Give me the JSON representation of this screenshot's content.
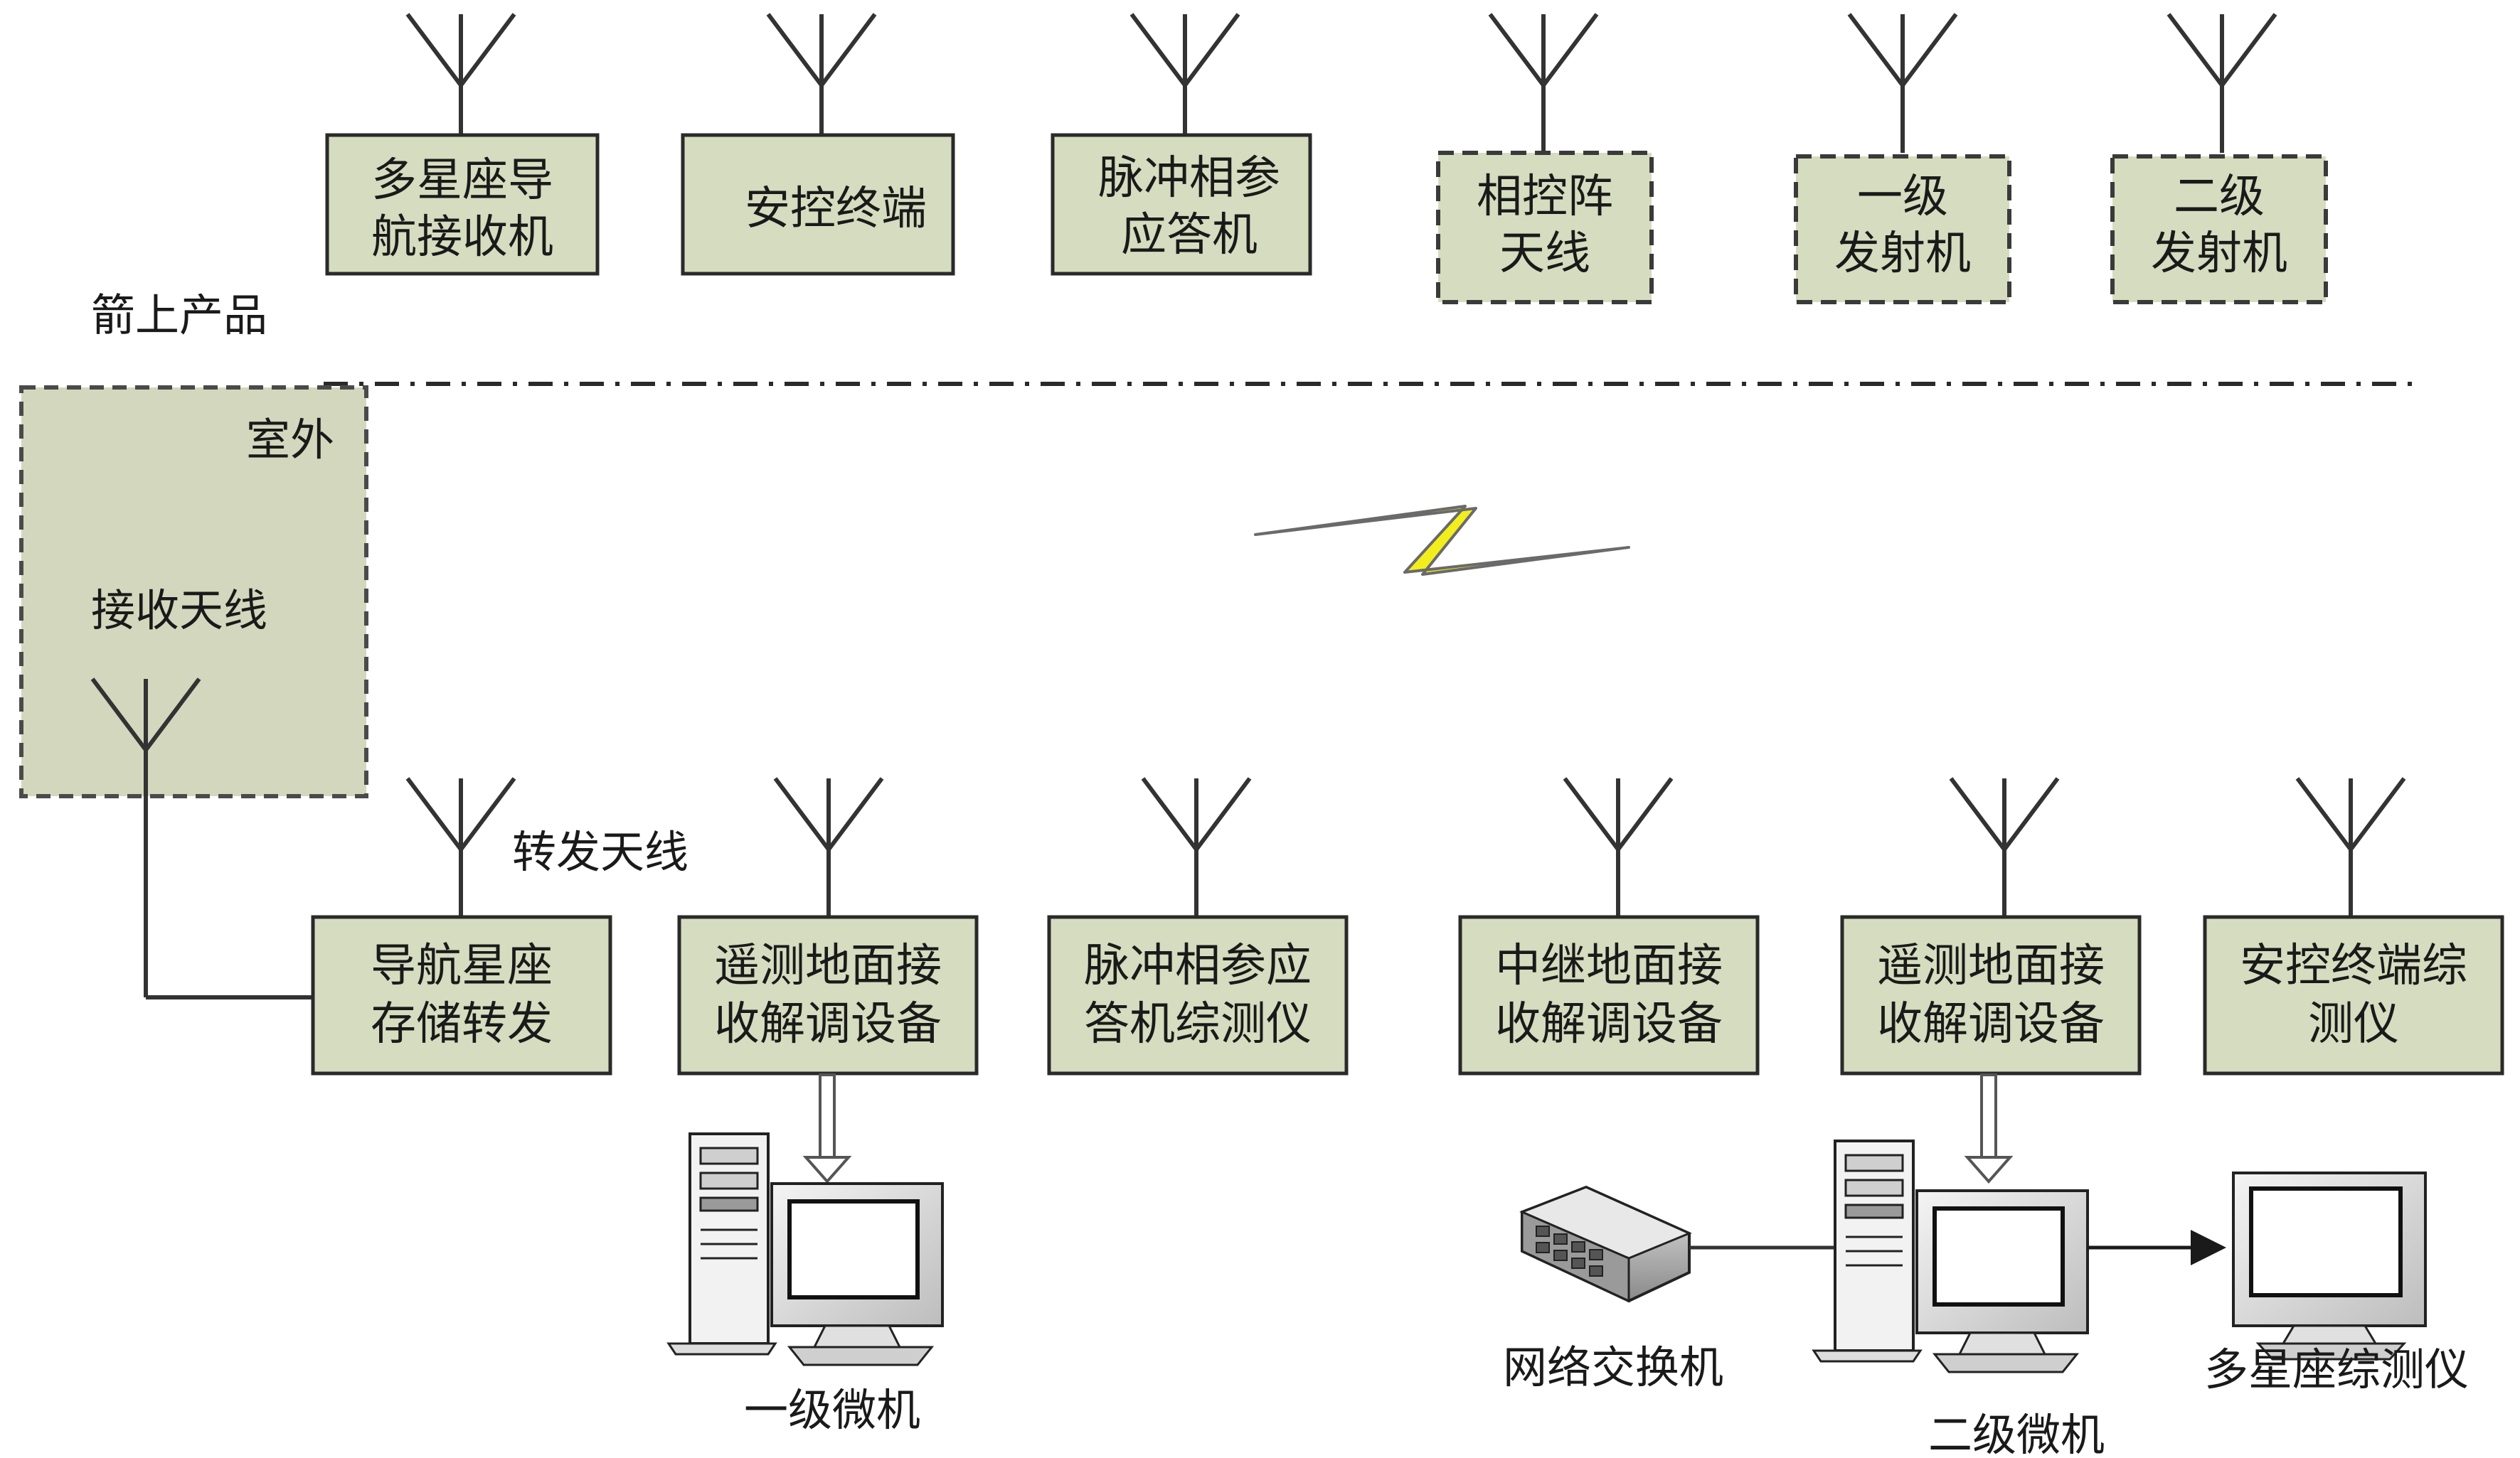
{
  "onboard": {
    "section_label": "箭上产品",
    "boxes": [
      {
        "id": "multi-constellation-nav-receiver",
        "lines": [
          "多星座导",
          "航接收机"
        ],
        "style": "solid"
      },
      {
        "id": "safety-control-terminal",
        "lines": [
          "安控终端"
        ],
        "style": "solid"
      },
      {
        "id": "pulse-coherent-transponder",
        "lines": [
          "脉冲相参",
          "应答机"
        ],
        "style": "solid"
      },
      {
        "id": "phased-array-antenna",
        "lines": [
          "相控阵",
          "天线"
        ],
        "style": "dashed"
      },
      {
        "id": "stage1-transmitter",
        "lines": [
          "一级",
          "发射机"
        ],
        "style": "dashed"
      },
      {
        "id": "stage2-transmitter",
        "lines": [
          "二级",
          "发射机"
        ],
        "style": "dashed"
      }
    ]
  },
  "ground": {
    "outdoor": {
      "label": "室外",
      "antenna_label": "接收天线"
    },
    "relay_antenna_label": "转发天线",
    "boxes": [
      {
        "id": "nav-store-forward",
        "lines": [
          "导航星座",
          "存储转发"
        ]
      },
      {
        "id": "telemetry-rx-demod-1",
        "lines": [
          "遥测地面接",
          "收解调设备"
        ]
      },
      {
        "id": "pulse-transponder-tester",
        "lines": [
          "脉冲相参应",
          "答机综测仪"
        ]
      },
      {
        "id": "relay-rx-demod",
        "lines": [
          "中继地面接",
          "收解调设备"
        ]
      },
      {
        "id": "telemetry-rx-demod-2",
        "lines": [
          "遥测地面接",
          "收解调设备"
        ]
      },
      {
        "id": "safety-terminal-tester",
        "lines": [
          "安控终端综",
          "测仪"
        ]
      }
    ],
    "devices": {
      "stage1_computer": "一级微机",
      "network_switch": "网络交换机",
      "stage2_computer": "二级微机",
      "multi_constellation_tester": "多星座综测仪"
    }
  },
  "colors": {
    "box_fill": "#d6dcbf",
    "outdoor_fill": "#d3d7bd",
    "line": "#3a3a3a",
    "lightning": "#f2ee1e"
  }
}
